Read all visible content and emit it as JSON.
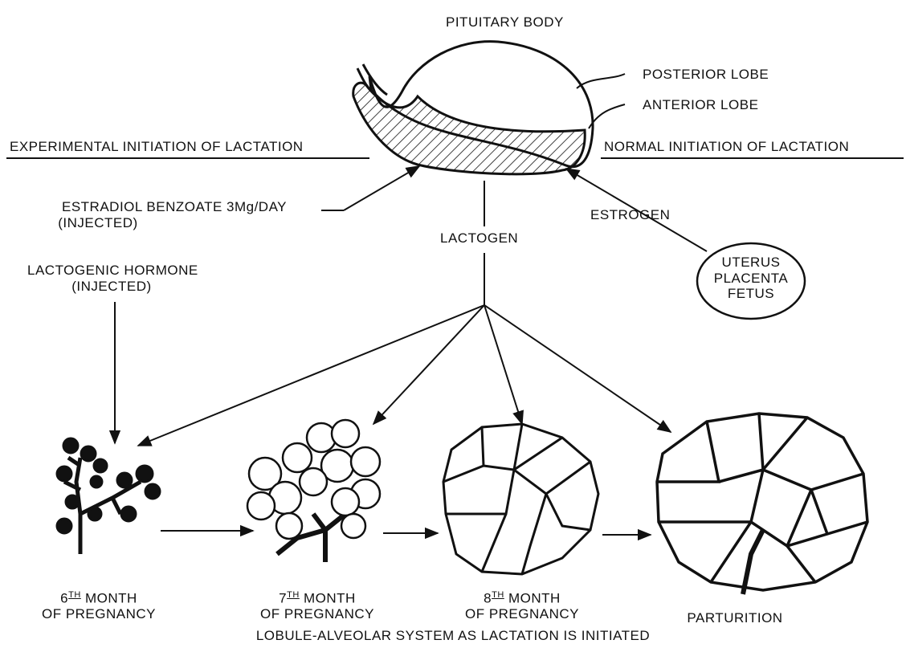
{
  "pituitary": {
    "title": "PITUITARY BODY",
    "posterior_lobe": "POSTERIOR LOBE",
    "anterior_lobe": "ANTERIOR LOBE"
  },
  "headers": {
    "experimental": "EXPERIMENTAL INITIATION OF LACTATION",
    "normal": "NORMAL INITIATION OF LACTATION"
  },
  "inputs": {
    "estradiol_line1": "ESTRADIOL BENZOATE 3Mg/DAY",
    "estradiol_line2": "(INJECTED)",
    "lactogenic_line1": "LACTOGENIC HORMONE",
    "lactogenic_line2": "(INJECTED)",
    "estrogen": "ESTROGEN",
    "lactogen": "LACTOGEN"
  },
  "source_organs": {
    "line1": "UTERUS",
    "line2": "PLACENTA",
    "line3": "FETUS"
  },
  "stages": [
    {
      "num": "6",
      "sup": "TH",
      "line1": "MONTH",
      "line2": "OF PREGNANCY"
    },
    {
      "num": "7",
      "sup": "TH",
      "line1": "MONTH",
      "line2": "OF PREGNANCY"
    },
    {
      "num": "8",
      "sup": "TH",
      "line1": "MONTH",
      "line2": "OF PREGNANCY"
    },
    {
      "line1": "PARTURITION"
    }
  ],
  "caption": "LOBULE-ALVEOLAR SYSTEM AS LACTATION IS INITIATED"
}
